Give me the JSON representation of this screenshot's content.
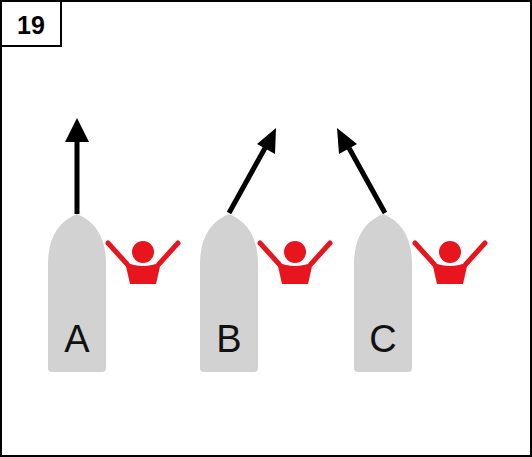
{
  "diagram": {
    "nodes": [
      {
        "text": [
          "A"
        ]
      },
      {
        "text": [
          "B"
        ]
      },
      {
        "text": [
          "C"
        ]
      }
    ],
    "labels": [
      "19"
    ]
  }
}
